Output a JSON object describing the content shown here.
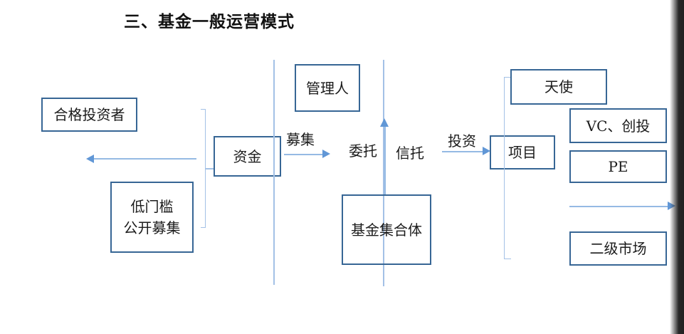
{
  "title": "三、基金一般运营模式",
  "nodes": {
    "qualified_investors": "合格投资者",
    "low_threshold": [
      "低门槛",
      "公开募集"
    ],
    "funds": "资金",
    "manager": "管理人",
    "fund_collective": "基金集合体",
    "project": "项目",
    "angel": "天使",
    "vc_venture": "VC、创投",
    "pe": "PE",
    "secondary_market": "二级市场"
  },
  "edge_labels": {
    "fundraise": "募集",
    "entrust": "委托",
    "trust": "信托",
    "invest": "投资"
  },
  "colors": {
    "box_border": "#376695",
    "connector_light": "#a3c1e6",
    "arrow_shaft": "#95bae4",
    "arrow_head": "#6197d6",
    "text": "#1b1b1b",
    "page_edge": "#282828"
  }
}
